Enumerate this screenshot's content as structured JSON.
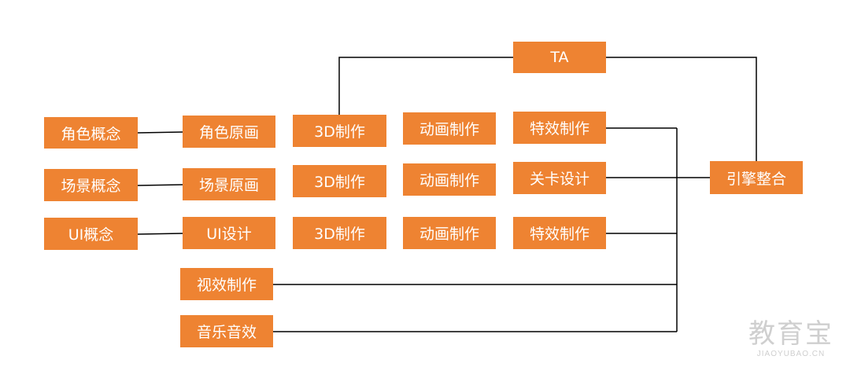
{
  "nodes": {
    "ta": "TA",
    "role_concept": "角色概念",
    "role_art": "角色原画",
    "model_1": "3D制作",
    "anim_1": "动画制作",
    "vfx_1": "特效制作",
    "scene_concept": "场景概念",
    "scene_art": "场景原画",
    "model_2": "3D制作",
    "anim_2": "动画制作",
    "level_design": "关卡设计",
    "engine": "引擎整合",
    "ui_concept": "UI概念",
    "ui_design": "UI设计",
    "model_3": "3D制作",
    "anim_3": "动画制作",
    "vfx_3": "特效制作",
    "visual_fx": "视效制作",
    "audio": "音乐音效"
  },
  "watermark": {
    "main": "教育宝",
    "sub": "JIAOYUBAO.CN"
  },
  "colors": {
    "node_fill": "#ee8332",
    "node_text": "#ffffff",
    "line": "#000000"
  }
}
